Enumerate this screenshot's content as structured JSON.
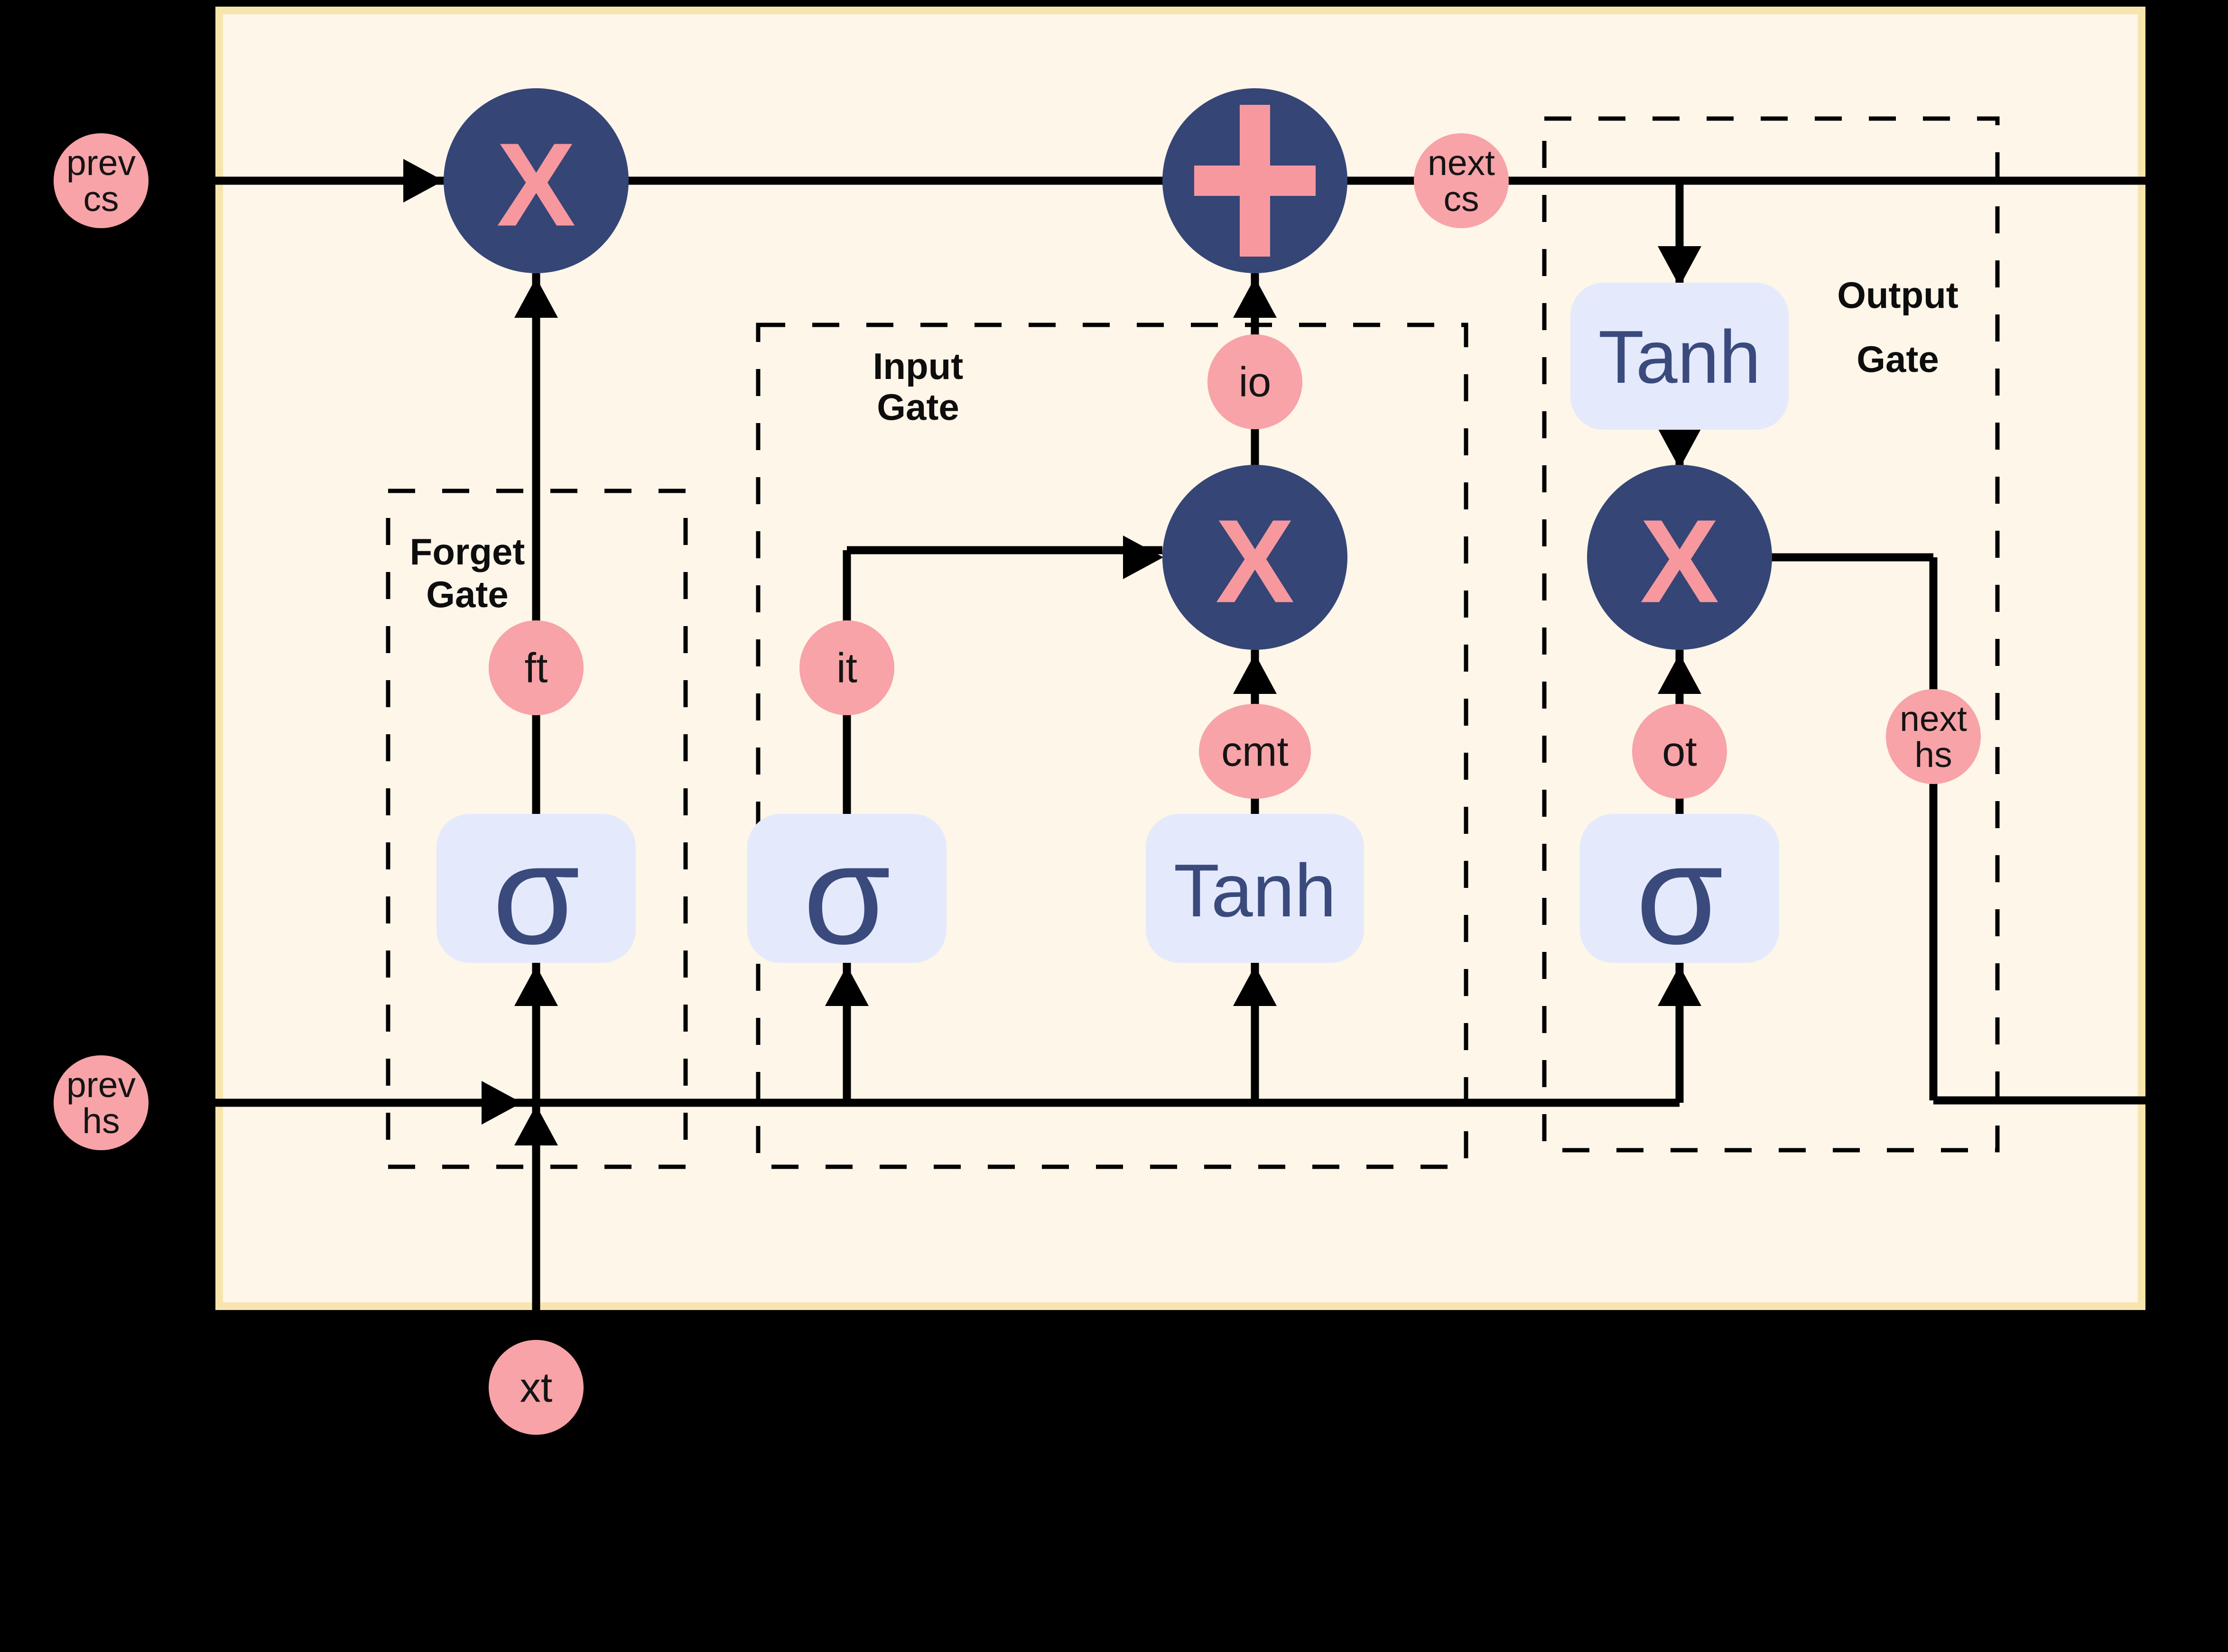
{
  "diagram": {
    "title": "LSTM cell diagram",
    "colors": {
      "background": "#000000",
      "cell_fill": "#FDF6E9",
      "cell_border": "#F8E5AE",
      "operator_circle": "#354575",
      "operator_symbol": "#F7989F",
      "signal_circle": "#F7A3A8",
      "activation_box": "#E4EAFC",
      "activation_text": "#3A4A7C",
      "wire": "#000000"
    },
    "gates": {
      "forget": {
        "line1": "Forget",
        "line2": "Gate"
      },
      "input": {
        "line1": "Input",
        "line2": "Gate"
      },
      "output": {
        "line1": "Output",
        "line2": "Gate"
      }
    },
    "operators": {
      "multiply_forget": {
        "symbol": "X"
      },
      "add_cell": {
        "symbol": "+"
      },
      "multiply_input": {
        "symbol": "X"
      },
      "multiply_output": {
        "symbol": "X"
      }
    },
    "activations": {
      "sigma_forget": {
        "symbol": "σ"
      },
      "sigma_input": {
        "symbol": "σ"
      },
      "tanh_candidate": {
        "symbol": "Tanh"
      },
      "sigma_output": {
        "symbol": "σ"
      },
      "tanh_output": {
        "symbol": "Tanh"
      }
    },
    "signals": {
      "prev_cs": {
        "line1": "prev",
        "line2": "cs"
      },
      "next_cs": {
        "line1": "next",
        "line2": "cs"
      },
      "prev_hs": {
        "line1": "prev",
        "line2": "hs"
      },
      "next_hs": {
        "line1": "next",
        "line2": "hs"
      },
      "xt": {
        "label": "xt"
      },
      "ft": {
        "label": "ft"
      },
      "it": {
        "label": "it"
      },
      "io": {
        "label": "io"
      },
      "cmt": {
        "label": "cmt"
      },
      "ot": {
        "label": "ot"
      }
    }
  }
}
